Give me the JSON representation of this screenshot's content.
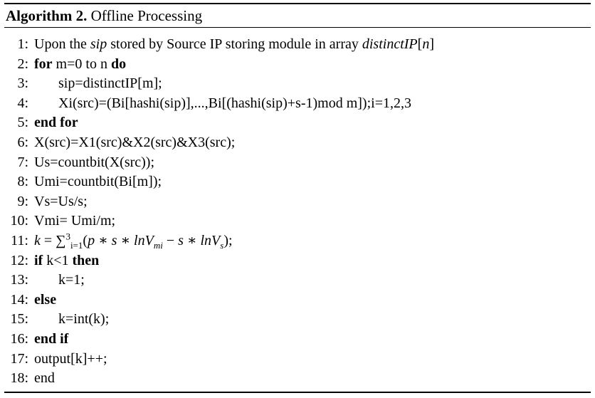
{
  "caption": {
    "label": "Algorithm 2.",
    "title": "Offline Processing"
  },
  "lines": [
    {
      "num": "1:",
      "pre": "Upon the ",
      "it1": "sip",
      "mid": " stored by Source IP storing module in array ",
      "it2": "distinctIP",
      "bracket": "[",
      "it3": "n",
      "close": "]"
    },
    {
      "num": "2:",
      "kw1": "for",
      "text": " m=0 to n ",
      "kw2": "do"
    },
    {
      "num": "3:",
      "text": "sip=distinctIP[m];"
    },
    {
      "num": "4:",
      "text": "Xi(src)=(Bi[hashi(sip)],...,Bi[(hashi(sip)+s-1)mod m]);i=1,2,3"
    },
    {
      "num": "5:",
      "kw1": "end for"
    },
    {
      "num": "6:",
      "text": "X(src)=X1(src)&X2(src)&X3(src);"
    },
    {
      "num": "7:",
      "text": "Us=countbit(X(src));"
    },
    {
      "num": "8:",
      "text": "Umi=countbit(Bi[m]);"
    },
    {
      "num": "9:",
      "text": "Vs=Us/s;"
    },
    {
      "num": "10:",
      "text": "Vmi= Umi/m;"
    },
    {
      "num": "11:",
      "k": "k",
      "eq": " = ",
      "sum": "∑",
      "sup": "3",
      "sub": "i=1",
      "open": "(",
      "p1": "p",
      "star1": " ∗ ",
      "s1": "s",
      "star2": " ∗ ",
      "ln1": "lnV",
      "sub1": "mi",
      "minus": " − ",
      "s2": "s",
      "star3": " ∗ ",
      "ln2": "lnV",
      "sub2": "s",
      "end": ");"
    },
    {
      "num": "12:",
      "kw1": "if",
      "text": " k<1 ",
      "kw2": "then"
    },
    {
      "num": "13:",
      "text": "k=1;"
    },
    {
      "num": "14:",
      "kw1": "else"
    },
    {
      "num": "15:",
      "text": "k=int(k);"
    },
    {
      "num": "16:",
      "kw1": "end if"
    },
    {
      "num": "17:",
      "text": "output[k]++;"
    },
    {
      "num": "18:",
      "text": "end"
    }
  ]
}
